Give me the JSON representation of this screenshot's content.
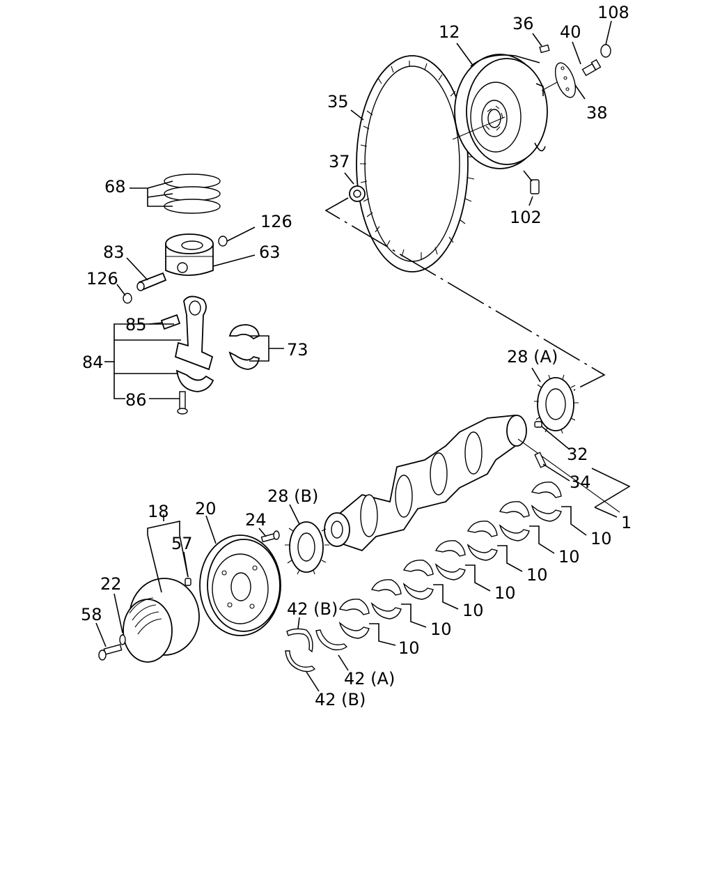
{
  "callouts": {
    "c108": "108",
    "c12": "12",
    "c36": "36",
    "c40": "40",
    "c35": "35",
    "c38": "38",
    "c37": "37",
    "c102": "102",
    "c68": "68",
    "c126a": "126",
    "c83": "83",
    "c63": "63",
    "c126b": "126",
    "c85": "85",
    "c73": "73",
    "c84": "84",
    "c86": "86",
    "c28a": "28 (A)",
    "c32": "32",
    "c34": "34",
    "c1": "1",
    "c28b": "28 (B)",
    "c18": "18",
    "c20": "20",
    "c24": "24",
    "c57": "57",
    "c22": "22",
    "c58": "58",
    "c42b1": "42 (B)",
    "c42a": "42 (A)",
    "c42b2": "42 (B)",
    "c10_1": "10",
    "c10_2": "10",
    "c10_3": "10",
    "c10_4": "10",
    "c10_5": "10",
    "c10_6": "10",
    "c10_7": "10"
  }
}
